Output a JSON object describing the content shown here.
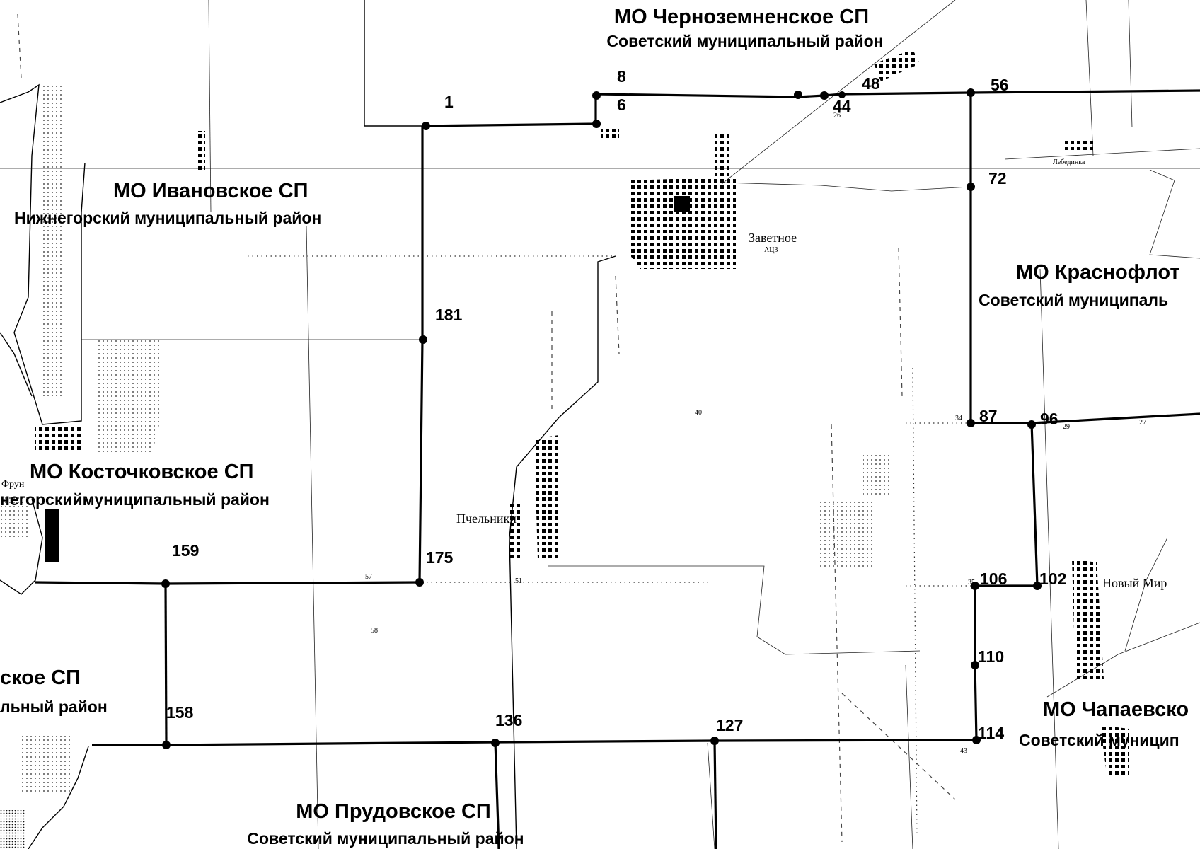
{
  "regions": [
    {
      "name": "МО Черноземненское СП",
      "district": "Советский муниципальный район"
    },
    {
      "name": "МО Ивановское  СП",
      "district": "Нижнегорский муниципальный район"
    },
    {
      "name": "МО Краснофлот",
      "district": "Советский муниципаль"
    },
    {
      "name": "МО Косточковское СП",
      "district": "негорскиймуниципальный район"
    },
    {
      "name": "ское СП",
      "district": "льный район"
    },
    {
      "name": "МО Чапаевско",
      "district": "Советский муницип"
    },
    {
      "name": "МО Прудовское СП",
      "district": "Советский муниципальный район"
    }
  ],
  "settlements": [
    {
      "name": "Заветное"
    },
    {
      "name": "Пчельники"
    },
    {
      "name": "Новый Мир"
    },
    {
      "name": "Лебединка"
    },
    {
      "name": "Фрун"
    },
    {
      "name": "АЦЗ"
    }
  ],
  "nodes": [
    {
      "label": "1"
    },
    {
      "label": "8"
    },
    {
      "label": "6"
    },
    {
      "label": "44"
    },
    {
      "label": "48"
    },
    {
      "label": "56"
    },
    {
      "label": "72"
    },
    {
      "label": "181"
    },
    {
      "label": "87"
    },
    {
      "label": "96"
    },
    {
      "label": "159"
    },
    {
      "label": "175"
    },
    {
      "label": "106"
    },
    {
      "label": "102"
    },
    {
      "label": "110"
    },
    {
      "label": "158"
    },
    {
      "label": "136"
    },
    {
      "label": "127"
    },
    {
      "label": "114"
    }
  ],
  "field_numbers": [
    "40",
    "34",
    "29",
    "27",
    "57",
    "58",
    "51",
    "35",
    "43",
    "26"
  ],
  "colors": {
    "ink": "#000000",
    "background": "#ffffff"
  }
}
